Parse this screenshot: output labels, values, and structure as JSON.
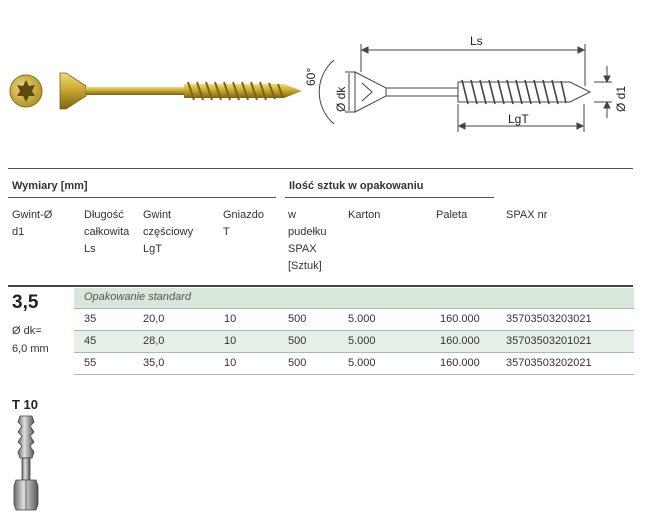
{
  "drawing": {
    "ls_label": "Ls",
    "lgt_label": "LgT",
    "angle_label": "60°",
    "dk_label": "Ø dk",
    "d1_label": "Ø d1"
  },
  "section_headers": {
    "dimensions": "Wymiary [mm]",
    "quantity": "Ilość sztuk w opakowaniu"
  },
  "columns": [
    {
      "lines": [
        "Gwint-Ø",
        "d1"
      ]
    },
    {
      "lines": [
        "Długość",
        "całkowita",
        "Ls"
      ]
    },
    {
      "lines": [
        "Gwint",
        "częściowy",
        "LgT"
      ]
    },
    {
      "lines": [
        "Gniazdo",
        "T"
      ]
    },
    {
      "lines": [
        "w",
        "pudełku",
        "SPAX",
        "[Sztuk]"
      ]
    },
    {
      "lines": [
        "Karton"
      ]
    },
    {
      "lines": [
        "Paleta"
      ]
    },
    {
      "lines": [
        "SPAX nr"
      ]
    }
  ],
  "group": {
    "size": "3,5",
    "dk_line1": "Ø dk=",
    "dk_line2": "6,0 mm",
    "packaging_label": "Opakowanie standard"
  },
  "rows": [
    {
      "ls": "35",
      "lgt": "20,0",
      "t": "10",
      "box": "500",
      "carton": "5.000",
      "pallet": "160.000",
      "spax_nr": "35703503203021"
    },
    {
      "ls": "45",
      "lgt": "28,0",
      "t": "10",
      "box": "500",
      "carton": "5.000",
      "pallet": "160.000",
      "spax_nr": "35703503201021"
    },
    {
      "ls": "55",
      "lgt": "35,0",
      "t": "10",
      "box": "500",
      "carton": "5.000",
      "pallet": "160.000",
      "spax_nr": "35703503202021"
    }
  ],
  "bit": {
    "label": "T 10"
  },
  "colors": {
    "screw_gold": "#c9a832",
    "screw_dark": "#8a6f12",
    "row_band": "#d9e7da",
    "row_line": "#a8bcaa"
  }
}
